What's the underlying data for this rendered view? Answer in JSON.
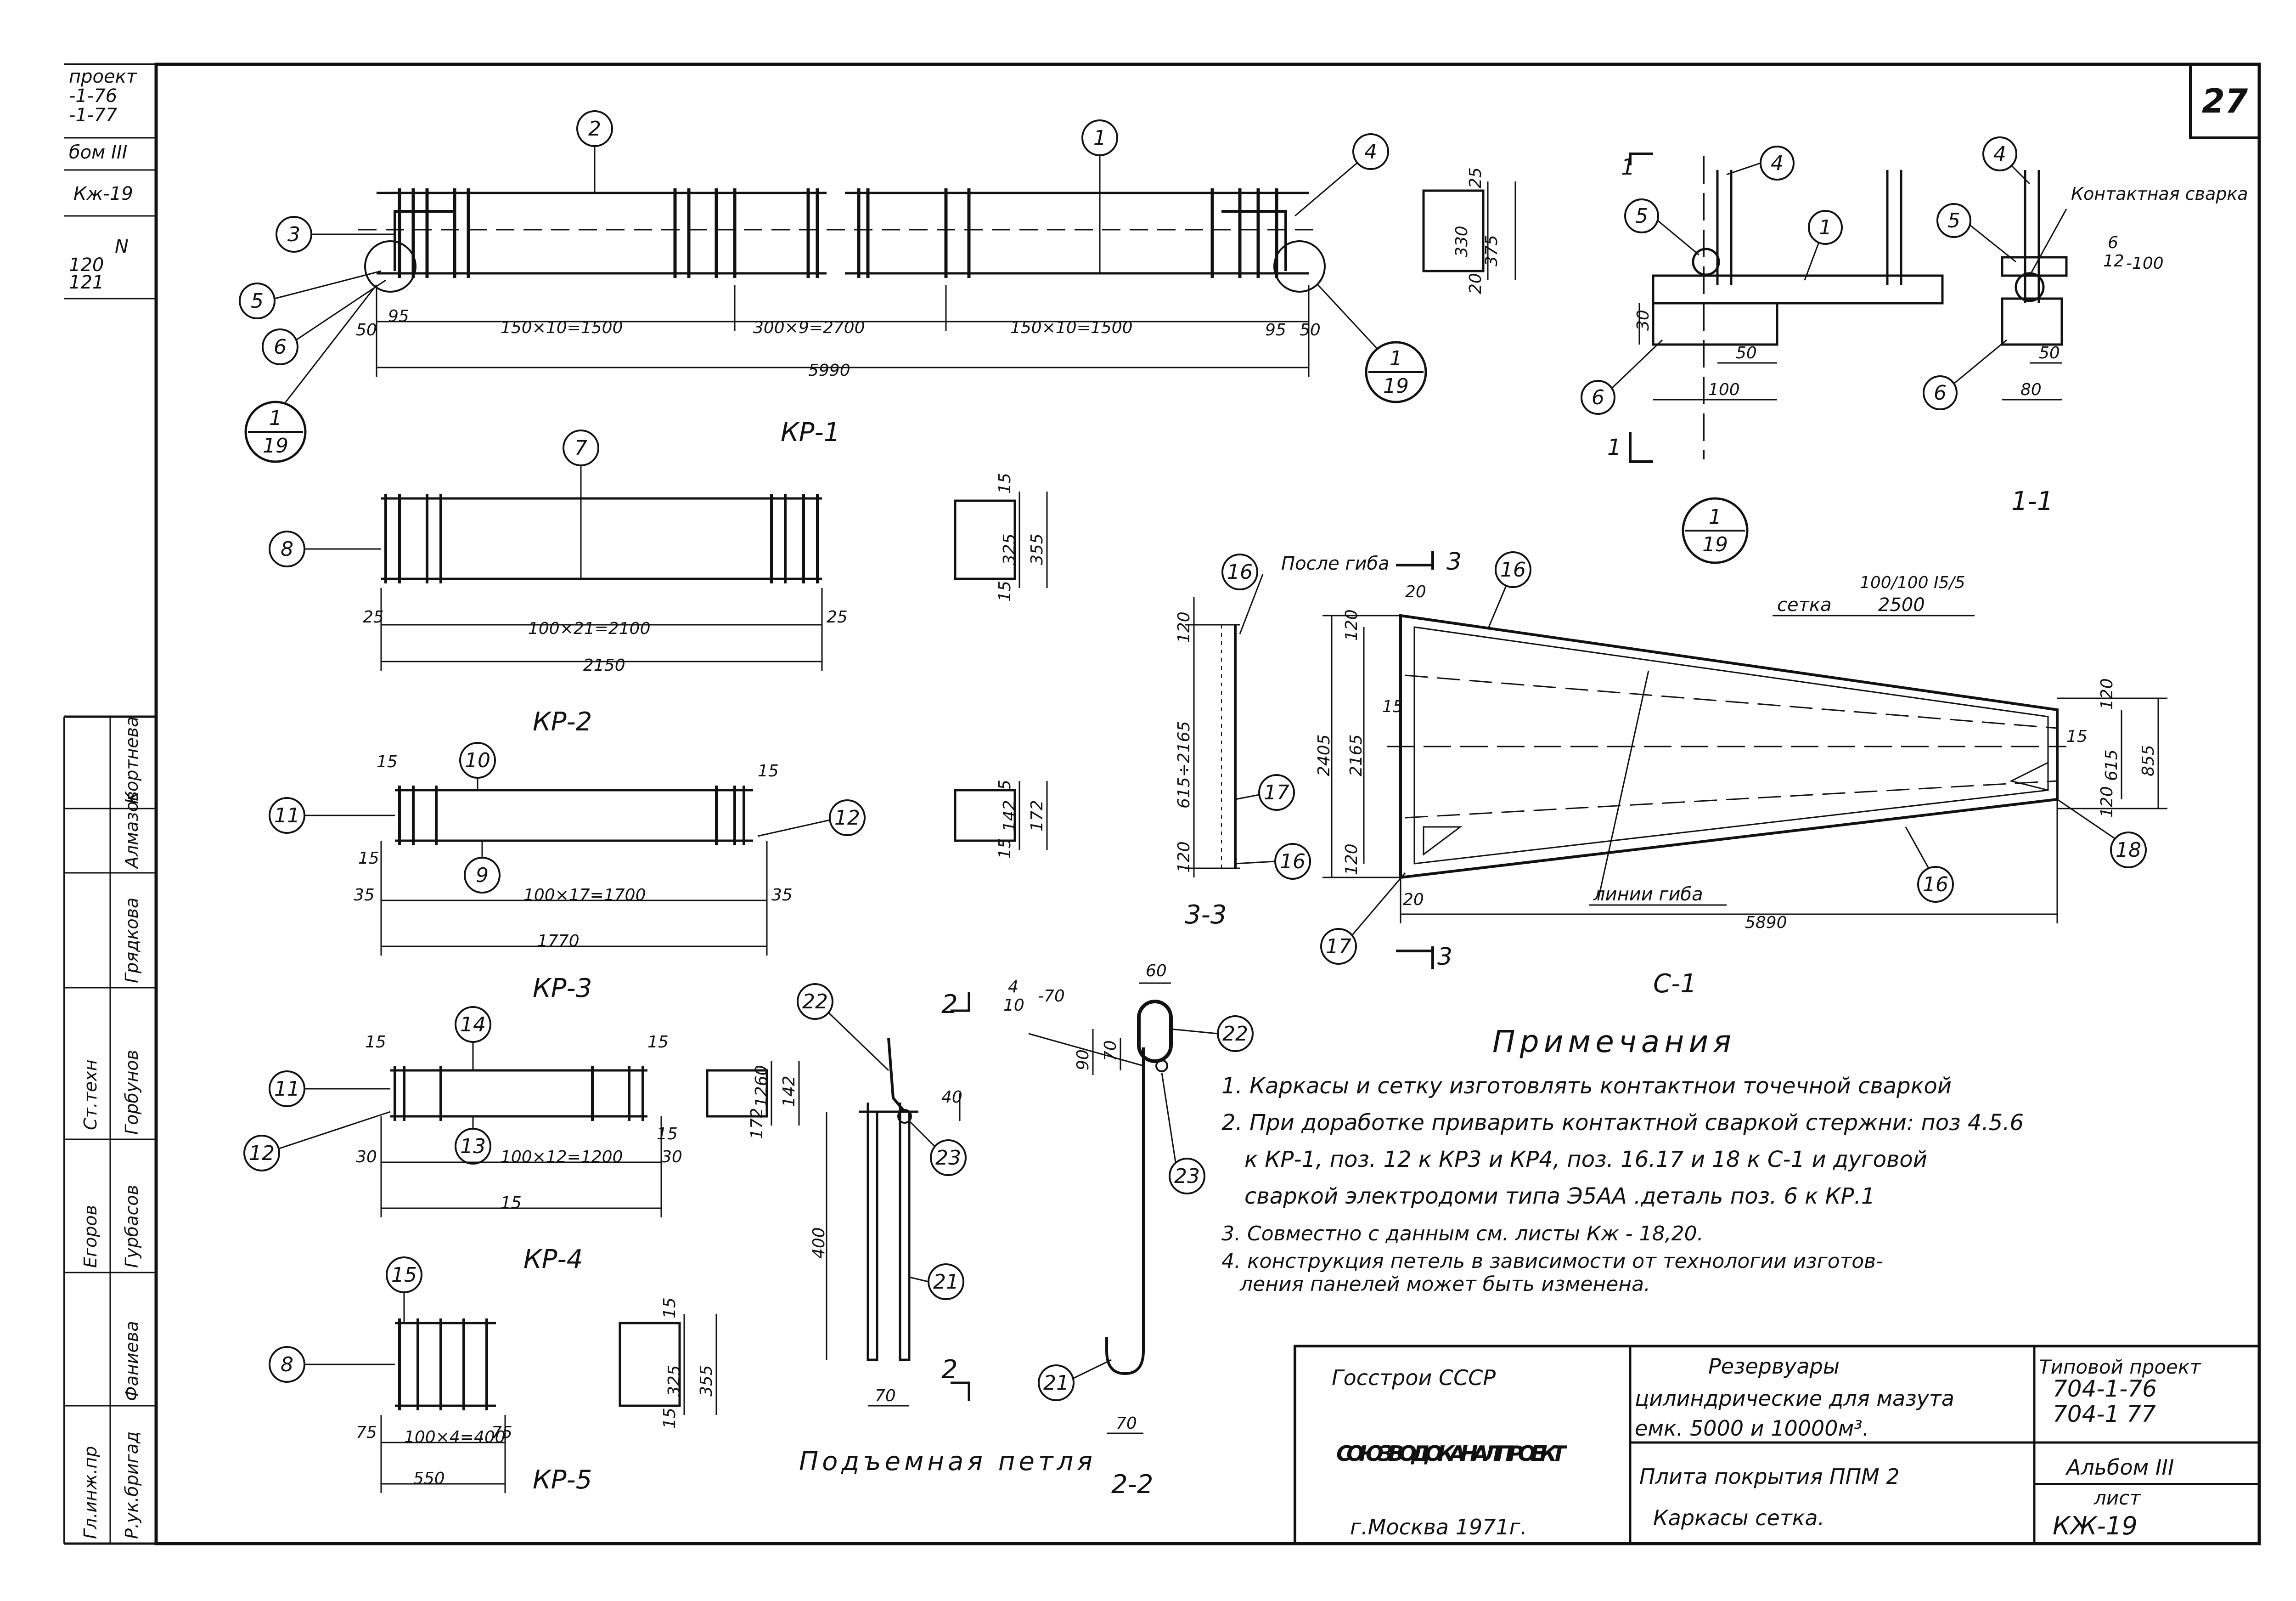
{
  "sheet": {
    "number": "27",
    "side_stamp": {
      "project_lines": [
        "проект",
        "-1-76",
        "-1-77"
      ],
      "album": "бом III",
      "sheet": "Кж-19",
      "inv_lines": [
        "N",
        "120",
        "121"
      ]
    },
    "signatures": [
      {
        "role": "",
        "name": "Кортнева"
      },
      {
        "role": "",
        "name": "Алмазов"
      },
      {
        "role": "Ст.техн",
        "name": "Горбунов"
      },
      {
        "role": "",
        "name": "Грядкова"
      },
      {
        "role": "",
        "name": "Егоров"
      },
      {
        "role": "",
        "name": "Гурбасов"
      },
      {
        "role": "Гл.инж.пр",
        "name": ""
      },
      {
        "role": "",
        "name": "Фаниева"
      },
      {
        "role": "Р.ук.бригад",
        "name": ""
      }
    ]
  },
  "drawings": {
    "kr1": {
      "title": "КР-1",
      "dims": [
        "50",
        "95",
        "150×10=1500",
        "300×9=2700",
        "150×10=1500",
        "95",
        "50",
        "5990",
        "330",
        "375",
        "25",
        "20"
      ],
      "positions": [
        "2",
        "1",
        "3",
        "4",
        "5",
        "6"
      ],
      "callouts": [
        {
          "num": "1",
          "den": "19"
        },
        {
          "num": "1",
          "den": "19"
        }
      ]
    },
    "section_1_1": {
      "title": "1-1",
      "cut_mark": "1",
      "callout": {
        "num": "1",
        "den": "19"
      },
      "label_weld": "Контактная сварка",
      "dims": [
        "30",
        "50",
        "100",
        "50",
        "80",
        "6",
        "12",
        "-100"
      ],
      "positions": [
        "4",
        "5",
        "1",
        "6",
        "4",
        "5",
        "6"
      ]
    },
    "kr2": {
      "title": "КР-2",
      "dims": [
        "25",
        "100×21=2100",
        "25",
        "2150",
        "15",
        "325",
        "355",
        "15"
      ],
      "positions": [
        "7",
        "8"
      ]
    },
    "kr3": {
      "title": "КР-3",
      "dims": [
        "15",
        "15",
        "15",
        "35",
        "100×17=1700",
        "35",
        "1770",
        "5",
        "142",
        "172",
        "15"
      ],
      "positions": [
        "10",
        "11",
        "12",
        "9"
      ]
    },
    "kr4": {
      "title": "КР-4",
      "dims": [
        "15",
        "15",
        "15",
        "30",
        "100×12=1200",
        "30",
        "15",
        "1260",
        "142",
        "172",
        "15"
      ],
      "positions": [
        "14",
        "11",
        "12",
        "13"
      ]
    },
    "kr5": {
      "title": "КР-5",
      "dims": [
        "75",
        "100×4=400",
        "75",
        "550",
        "15",
        "325",
        "355",
        "15"
      ],
      "positions": [
        "15",
        "8"
      ]
    },
    "c1": {
      "title": "С-1",
      "label_after_bend": "После гиба",
      "label_mesh": "сетка",
      "mesh_spec": "100/100 I5/5",
      "mesh_len": "2500",
      "label_bend_lines": "линии гиба",
      "section_label": "3-3",
      "cut_mark": "3",
      "dims": [
        "20",
        "120",
        "2405",
        "2165",
        "15",
        "120",
        "20",
        "5890",
        "120",
        "15",
        "615",
        "855",
        "120",
        "120",
        "615÷2165",
        "120"
      ],
      "positions": [
        "16",
        "16",
        "17",
        "16",
        "18",
        "16",
        "17"
      ]
    },
    "loop": {
      "title": "Подъемная петля",
      "section_title": "2-2",
      "cut_mark": "2",
      "spec_num": "4",
      "spec_den": "10",
      "spec_len": "-70",
      "dims": [
        "40",
        "400",
        "70",
        "60",
        "70",
        "90",
        "70"
      ],
      "positions": [
        "22",
        "23",
        "21",
        "22",
        "23",
        "21"
      ]
    }
  },
  "notes": {
    "title": "Примечания",
    "items": [
      "1. Каркасы и сетку изготовлять контактнои точечной сваркой",
      "2. При доработке приварить контактной сваркой стержни: поз 4.5.6",
      "к КР-1, поз. 12 к КР3 и КР4, поз. 16.17 и 18 к С-1 и дуговой",
      "сваркой электродоми типа Э5АА .деталь поз. 6 к КР.1",
      "3. Совместно с данным см. листы Кж - 18,20.",
      "4. конструкция петель в зависимости от технологии изготов-",
      "ления панелей может быть изменена."
    ]
  },
  "title_block": {
    "org1": "Госстрои СССР",
    "org2": "СОЮЗВОДОКАНАЛПРОЕКТ",
    "city": "г.Москва 1971г.",
    "project_title_lines": [
      "Резервуары",
      "цилиндрические для мазута",
      "емк. 5000 и 10000м³."
    ],
    "drawing_title_lines": [
      "Плита покрытия ППМ 2",
      "Каркасы сетка."
    ],
    "type_project_label": "Типовой проект",
    "type_project_codes": [
      "704-1-76",
      "704-1 77"
    ],
    "album": "Альбом III",
    "sheet_label": "лист",
    "sheet_code": "КЖ-19"
  }
}
